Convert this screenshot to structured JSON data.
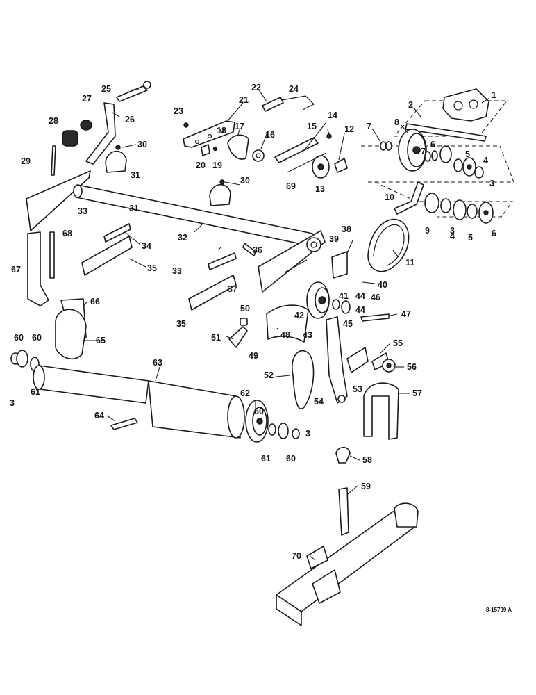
{
  "drawing_number": "8-15799 A",
  "callouts": [
    "1",
    "2",
    "3",
    "4",
    "5",
    "6",
    "7",
    "8",
    "9",
    "10",
    "11",
    "12",
    "13",
    "14",
    "15",
    "16",
    "17",
    "18",
    "19",
    "20",
    "21",
    "22",
    "23",
    "24",
    "25",
    "26",
    "27",
    "28",
    "29",
    "30",
    "31",
    "32",
    "33",
    "34",
    "35",
    "36",
    "37",
    "38",
    "39",
    "40",
    "41",
    "42",
    "43",
    "44",
    "45",
    "46",
    "47",
    "48",
    "49",
    "50",
    "51",
    "52",
    "53",
    "54",
    "55",
    "56",
    "57",
    "58",
    "59",
    "60",
    "61",
    "62",
    "63",
    "64",
    "65",
    "66",
    "67",
    "68",
    "69",
    "70"
  ]
}
